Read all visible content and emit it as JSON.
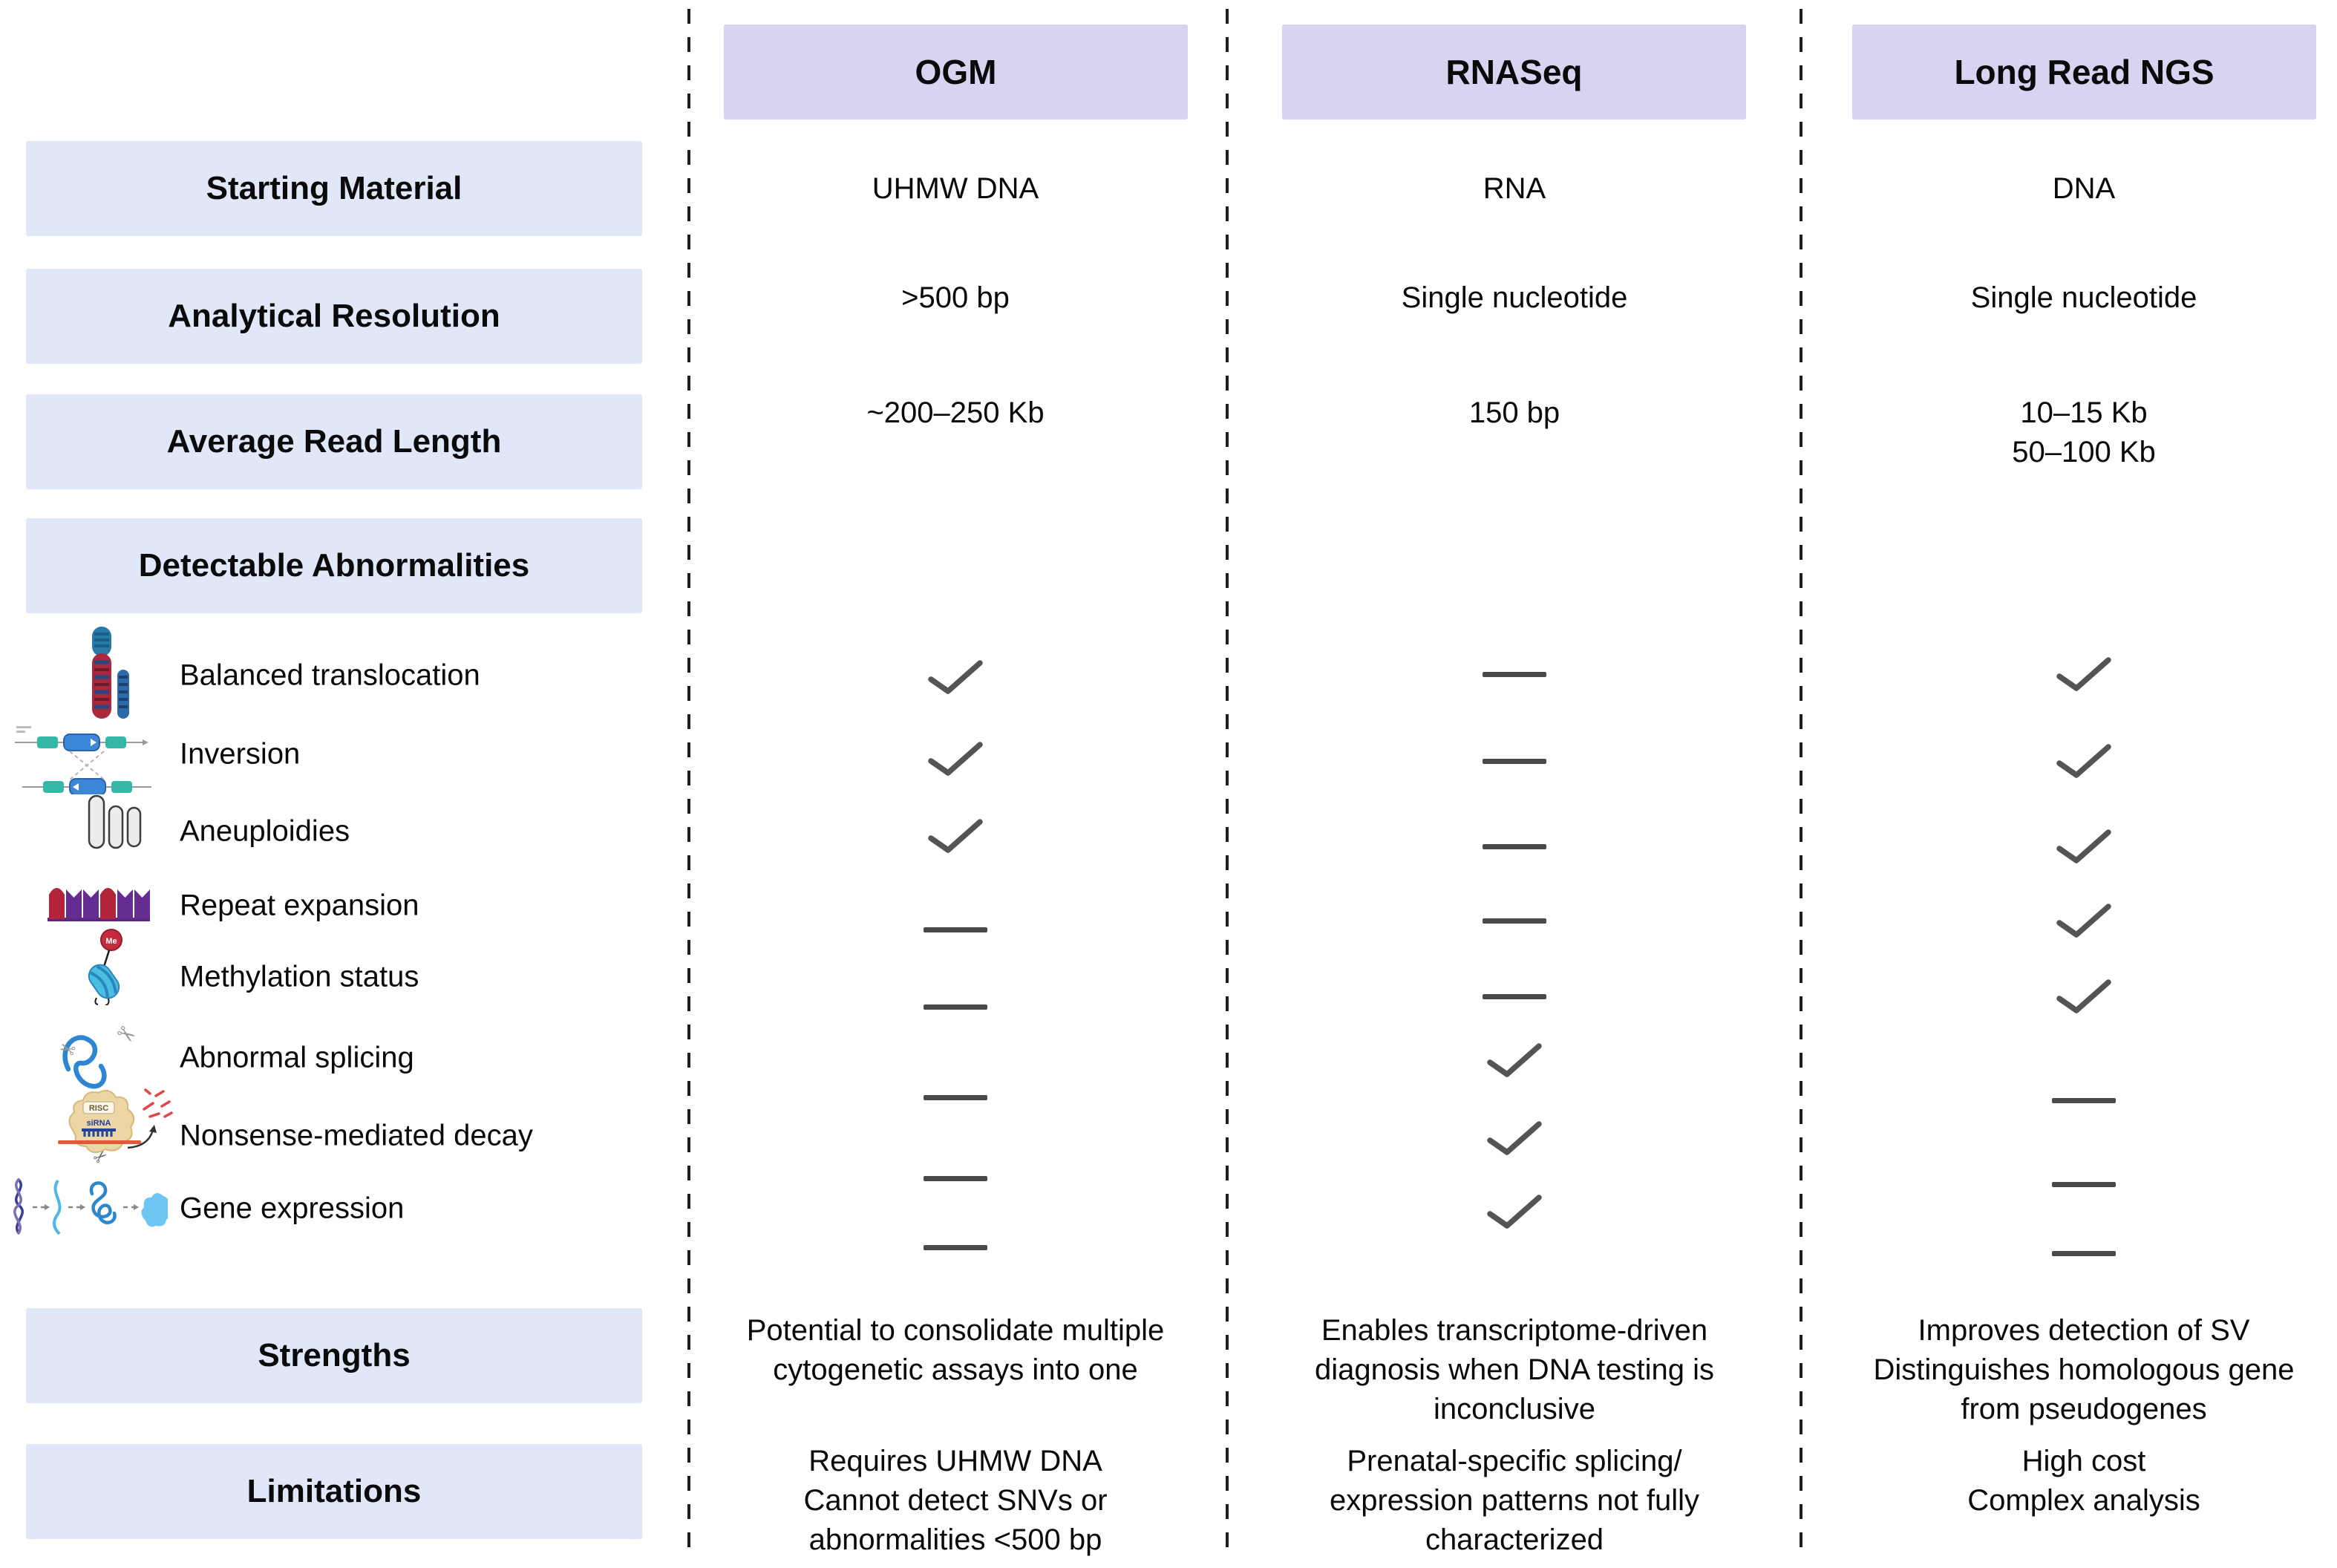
{
  "row_headers": {
    "starting_material": "Starting Material",
    "analytical_resolution": "Analytical Resolution",
    "average_read_length": "Average Read Length",
    "detectable_abnormalities": "Detectable Abnormalities",
    "strengths": "Strengths",
    "limitations": "Limitations"
  },
  "columns": [
    {
      "label": "OGM",
      "starting_material": "UHMW DNA",
      "analytical_resolution": ">500 bp",
      "average_read_length": [
        "~200–250 Kb"
      ],
      "abnormality_marks": [
        "check",
        "check",
        "check",
        "dash",
        "dash",
        "dash",
        "dash",
        "dash"
      ],
      "strengths": [
        "Potential to consolidate multiple",
        "cytogenetic assays into one"
      ],
      "limitations": [
        "Requires UHMW DNA",
        "Cannot detect SNVs or",
        "abnormalities <500 bp"
      ]
    },
    {
      "label": "RNASeq",
      "starting_material": "RNA",
      "analytical_resolution": "Single nucleotide",
      "average_read_length": [
        "150 bp"
      ],
      "abnormality_marks": [
        "dash",
        "dash",
        "dash",
        "dash",
        "dash",
        "check",
        "check",
        "check"
      ],
      "strengths": [
        "Enables transcriptome-driven",
        "diagnosis when DNA testing is",
        "inconclusive"
      ],
      "limitations": [
        "Prenatal-specific splicing/",
        "expression patterns not fully",
        "characterized"
      ]
    },
    {
      "label": "Long Read NGS",
      "starting_material": "DNA",
      "analytical_resolution": "Single nucleotide",
      "average_read_length": [
        "10–15 Kb",
        "50–100 Kb"
      ],
      "abnormality_marks": [
        "check",
        "check",
        "check",
        "check",
        "check",
        "dash",
        "dash",
        "dash"
      ],
      "strengths": [
        "Improves detection of SV",
        "Distinguishes homologous gene",
        "from pseudogenes"
      ],
      "limitations": [
        "High cost",
        "Complex analysis"
      ]
    }
  ],
  "abnormalities": [
    {
      "label": "Balanced translocation",
      "icon": "balanced-translocation-icon"
    },
    {
      "label": "Inversion",
      "icon": "inversion-icon"
    },
    {
      "label": "Aneuploidies",
      "icon": "aneuploidies-icon"
    },
    {
      "label": "Repeat expansion",
      "icon": "repeat-expansion-icon"
    },
    {
      "label": "Methylation status",
      "icon": "methylation-icon",
      "icon_text_me": "Me"
    },
    {
      "label": "Abnormal splicing",
      "icon": "abnormal-splicing-icon"
    },
    {
      "label": "Nonsense-mediated decay",
      "icon": "nonsense-mediated-decay-icon",
      "icon_text_risc": "RISC",
      "icon_text_sirna": "siRNA"
    },
    {
      "label": "Gene expression",
      "icon": "gene-expression-icon"
    }
  ],
  "colors": {
    "column_header_bg": "#d9d2f0",
    "row_header_bg": "#dfe7f8",
    "mark_gray": "#4f4f4f",
    "text": "#0a0a0a"
  }
}
